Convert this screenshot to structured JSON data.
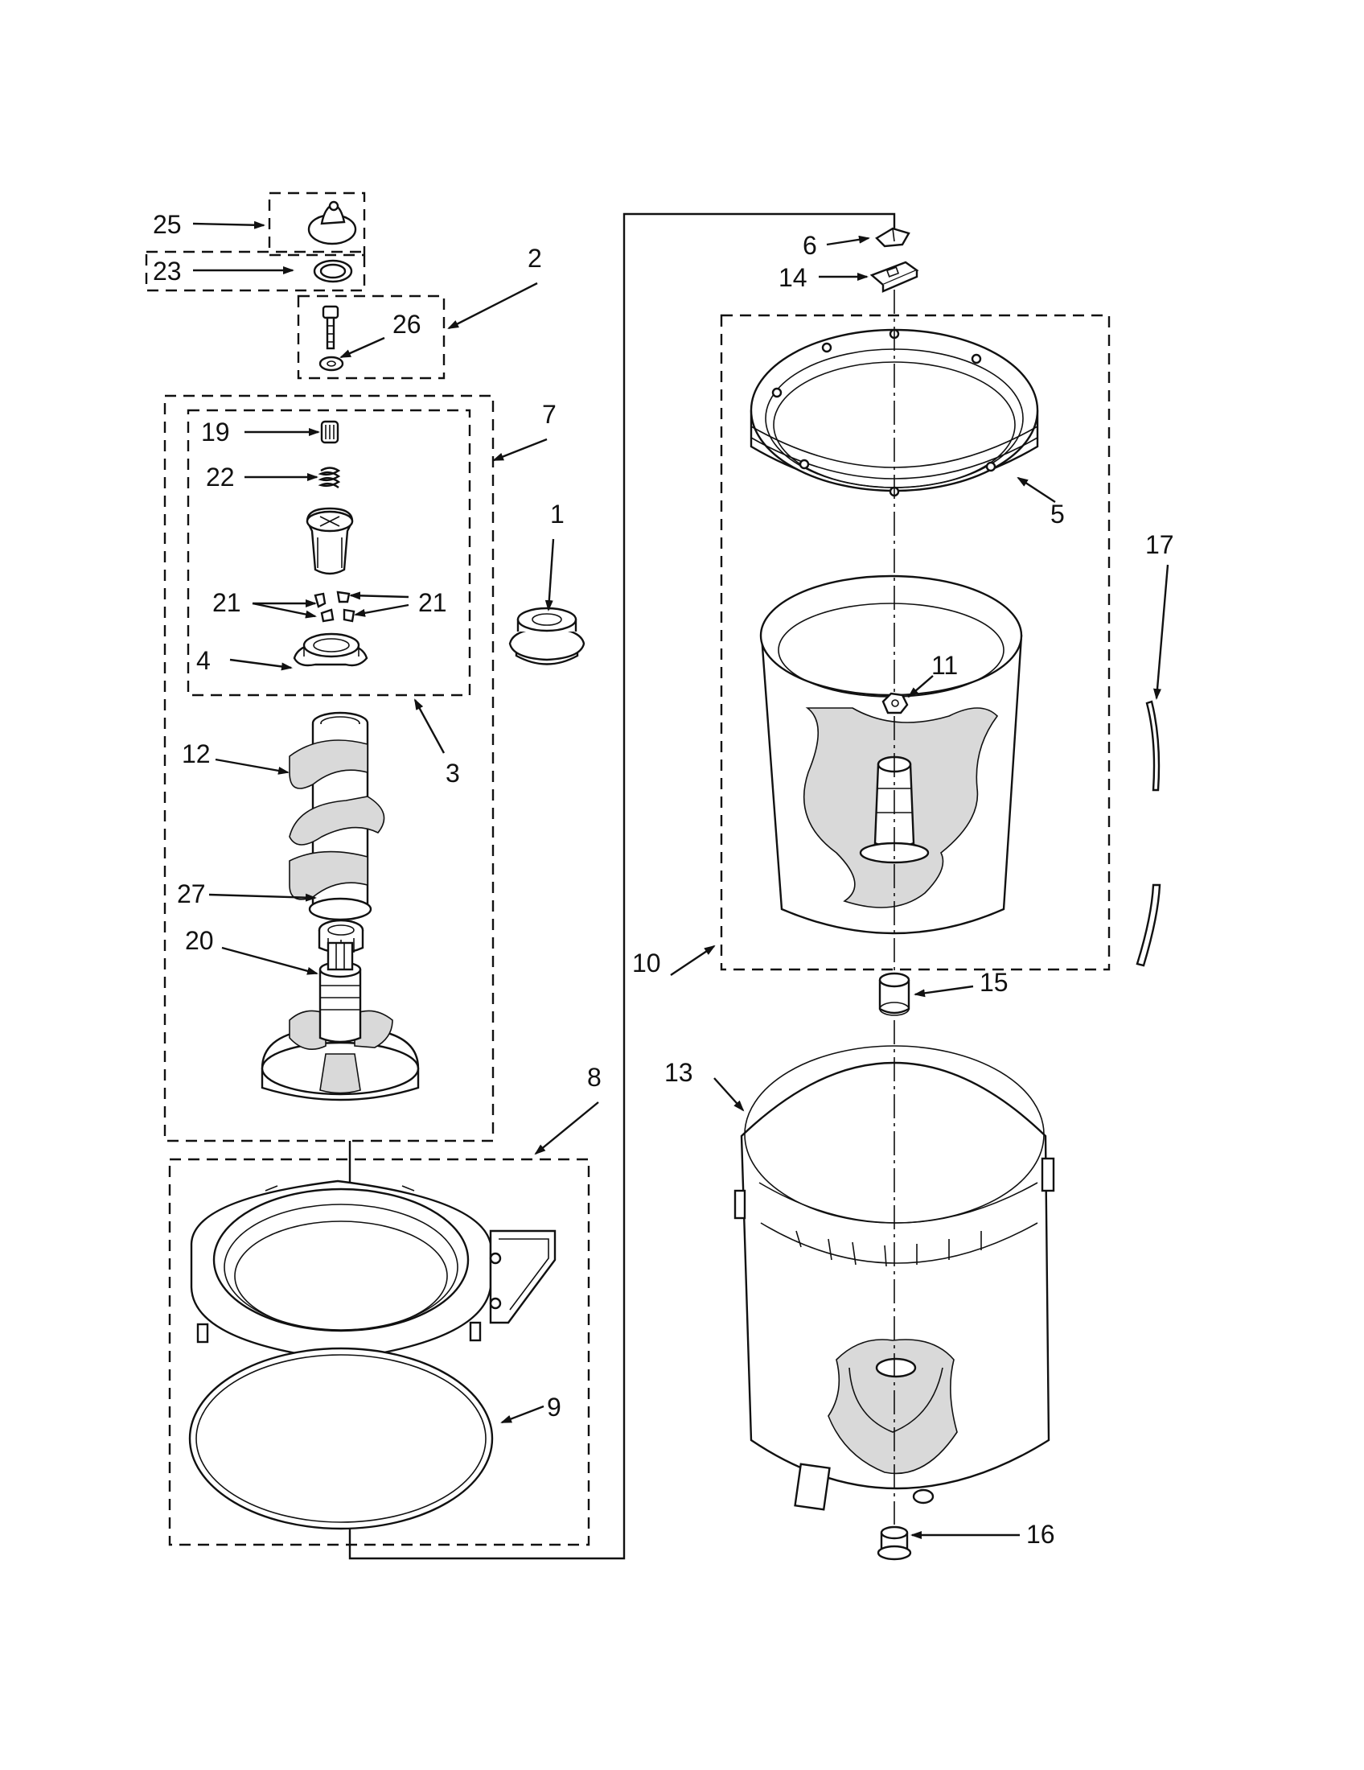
{
  "callouts": [
    "25",
    "23",
    "2",
    "26",
    "7",
    "19",
    "22",
    "21",
    "21",
    "4",
    "3",
    "1",
    "12",
    "27",
    "20",
    "8",
    "9",
    "6",
    "14",
    "5",
    "11",
    "17",
    "10",
    "15",
    "13",
    "16"
  ]
}
